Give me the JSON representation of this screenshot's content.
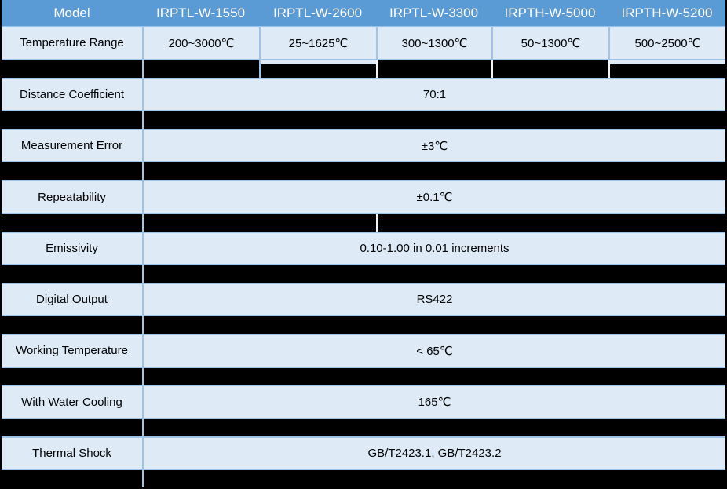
{
  "table": {
    "header": {
      "label": "Model",
      "models": [
        "IRPTL-W-1550",
        "IRPTL-W-2600",
        "IRPTL-W-3300",
        "IRPTH-W-5000",
        "IRPTH-W-5200"
      ]
    },
    "temperature_range": {
      "label": "Temperature Range",
      "values": [
        "200~3000℃",
        "25~1625℃",
        "300~1300℃",
        "50~1300℃",
        "500~2500℃"
      ]
    },
    "spec_rows": [
      {
        "label": "Distance Coefficient",
        "value": "70:1"
      },
      {
        "label": "Measurement Error",
        "value": "±3℃"
      },
      {
        "label": "Repeatability",
        "value": "±0.1℃"
      },
      {
        "label": "Emissivity",
        "value": "0.10-1.00 in 0.01 increments"
      },
      {
        "label": "Digital Output",
        "value": "RS422"
      },
      {
        "label": "Working Temperature",
        "value": "< 65℃"
      },
      {
        "label": "With Water Cooling",
        "value": "165℃"
      },
      {
        "label": "Thermal Shock",
        "value": "GB/T2423.1, GB/T2423.2"
      }
    ],
    "colors": {
      "header_bg": "#5B9BD5",
      "header_text": "#FFFFFF",
      "row_bg": "#DEEBF7",
      "border_blue": "#9DC3E6",
      "divider_white": "#F5F5F5",
      "redacted": "#000000",
      "body_text": "#000000"
    }
  }
}
